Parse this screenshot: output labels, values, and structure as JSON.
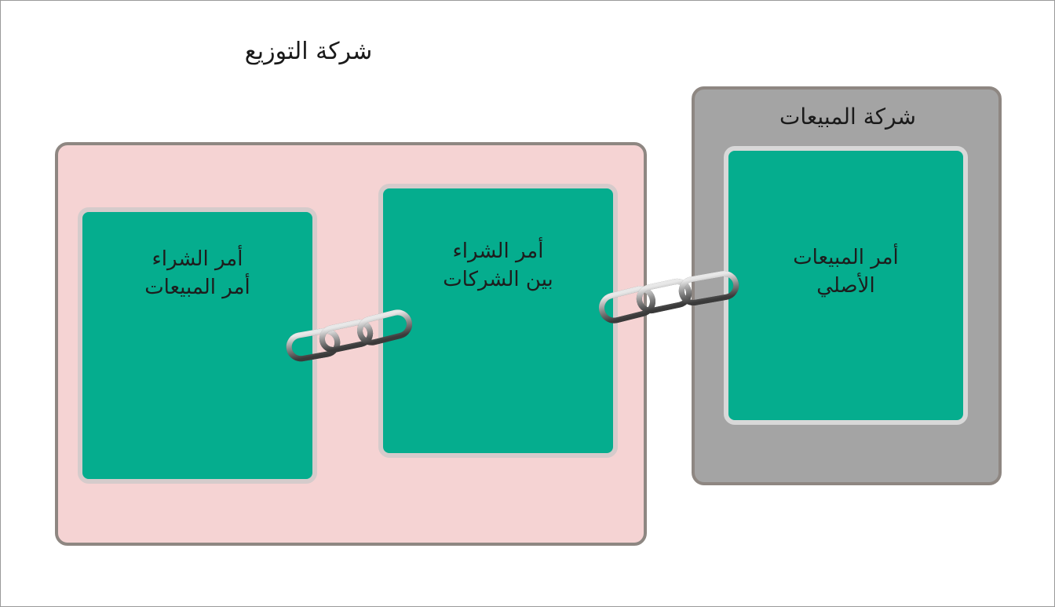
{
  "distribution_company": {
    "title": "شركة التوزيع",
    "purchase_sales_order": {
      "line1": "أمر الشراء",
      "line2": "أمر المبيعات"
    },
    "intercompany_purchase_order": {
      "line1": "أمر الشراء",
      "line2": "بين الشركات"
    }
  },
  "sales_company": {
    "title": "شركة المبيعات",
    "original_sales_order": {
      "line1": "أمر المبيعات",
      "line2": "الأصلي"
    }
  },
  "icons": [
    "chain-link-icon",
    "chain-link-icon"
  ],
  "colors": {
    "order_box": "#05ad8e",
    "distribution_bg": "#f5d3d3",
    "sales_bg": "#a4a4a4",
    "box_border": "#8e8782"
  }
}
